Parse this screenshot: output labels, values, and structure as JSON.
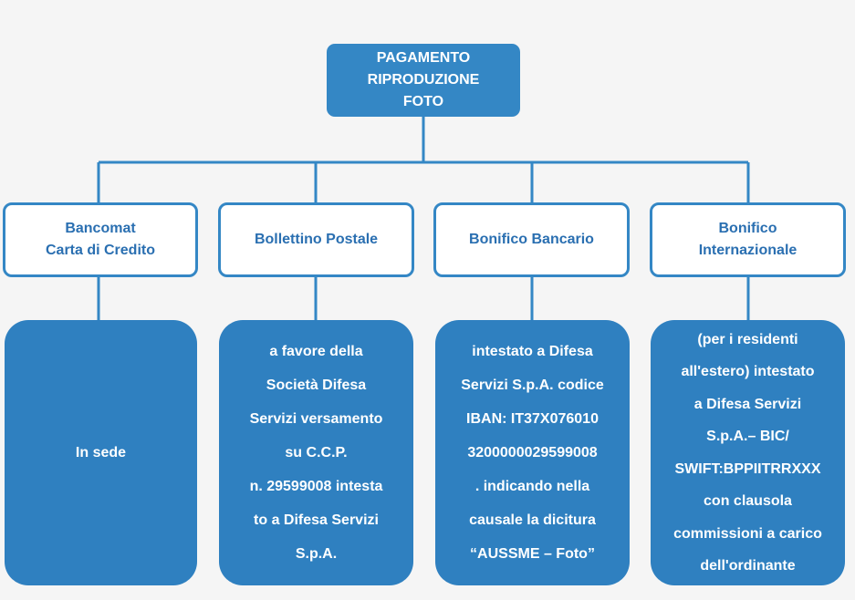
{
  "root": {
    "label": "PAGAMENTO\nRIPRODUZIONE\nFOTO"
  },
  "methods": [
    {
      "title": "Bancomat\nCarta di Credito",
      "detail": "In sede"
    },
    {
      "title": "Bollettino Postale",
      "detail": "a favore della\nSocietà Difesa\nServizi versamento\nsu C.C.P.\nn. 29599008 intesta\nto a Difesa Servizi\nS.p.A."
    },
    {
      "title": "Bonifico Bancario",
      "detail": "intestato a Difesa\nServizi S.p.A. codice\nIBAN: IT37X076010\n3200000029599008\n. indicando nella\ncausale la dicitura\n“AUSSME – Foto”"
    },
    {
      "title": "Bonifico\nInternazionale",
      "detail": "(per i residenti\nall'estero) intestato\na Difesa Servizi\nS.p.A.– BIC/\nSWIFT:BPPIITRRXXX\ncon clausola\ncommissioni a carico\ndell'ordinante"
    }
  ],
  "colors": {
    "primary": "#3487c5",
    "detail_fill": "#2f80c0",
    "title_text": "#2a6fb1",
    "background": "#f5f5f5"
  }
}
